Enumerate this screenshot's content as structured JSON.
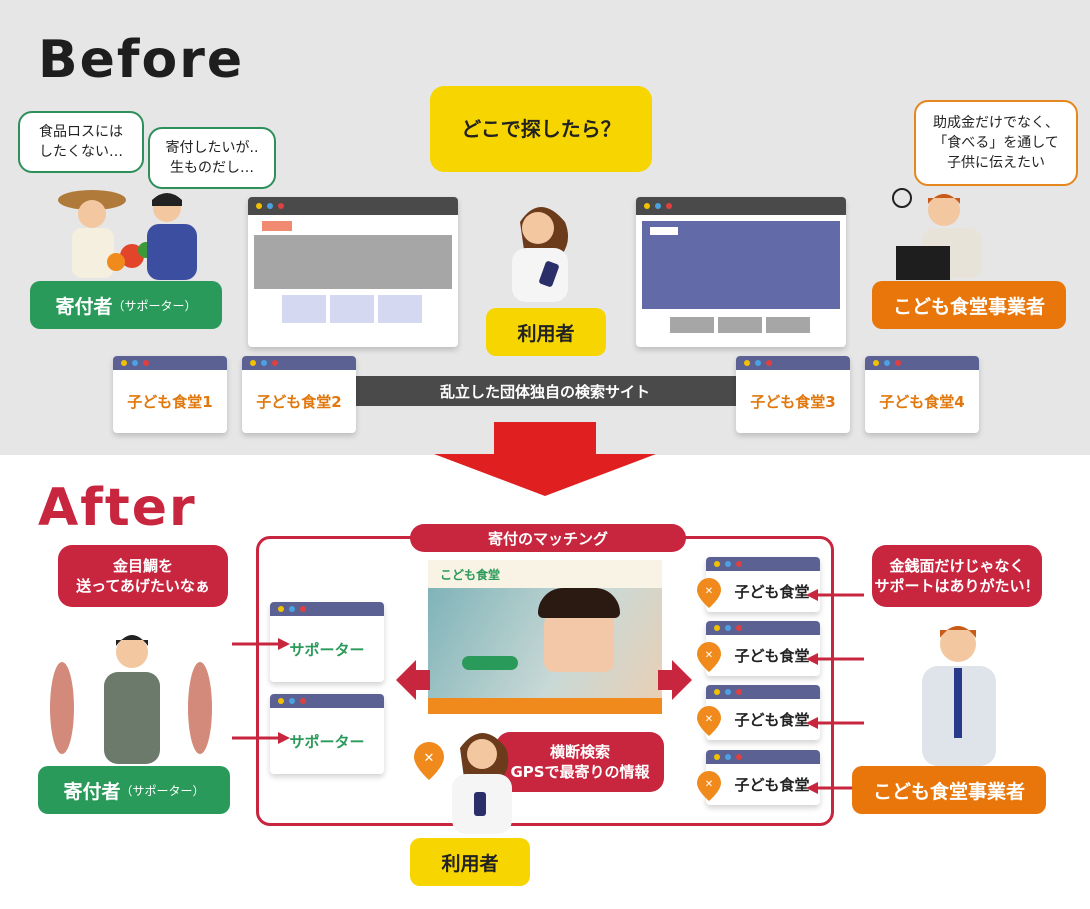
{
  "before": {
    "title": "Before",
    "bubble_food_loss": "食品ロスには\nしたくない…",
    "bubble_donate": "寄付したいが..\n生ものだし…",
    "bubble_where": "どこで探したら？",
    "bubble_subsidy": "助成金だけでなく、\n「食べる」を通して\n子供に伝えたい",
    "label_donor": "寄付者",
    "label_donor_sub": "（サポーター）",
    "label_user": "利用者",
    "label_operator": "こども食堂事業者",
    "banner": "乱立した団体独自の検索サイト",
    "sites": [
      "子ども食堂1",
      "子ども食堂2",
      "子ども食堂3",
      "子ども食堂4"
    ]
  },
  "after": {
    "title": "After",
    "bubble_fish": "金目鯛を\n送ってあげたいなぁ",
    "bubble_support": "金銭面だけじゃなく\nサポートはありがたい！",
    "bubble_search": "横断検索\nGPSで最寄りの情報",
    "matching": "寄付のマッチング",
    "supporter_windows": [
      "サポーター",
      "サポーター"
    ],
    "cafeteria_windows": [
      "子ども食堂",
      "子ども食堂",
      "子ども食堂",
      "子ども食堂"
    ],
    "label_donor": "寄付者",
    "label_donor_sub": "（サポーター）",
    "label_user": "利用者",
    "label_operator": "こども食堂事業者",
    "site_title": "こども食堂"
  },
  "colors": {
    "green": "#2a9a5a",
    "orange": "#e8760a",
    "yellow": "#f7d500",
    "red": "#c8253f",
    "navy": "#5b6192"
  }
}
